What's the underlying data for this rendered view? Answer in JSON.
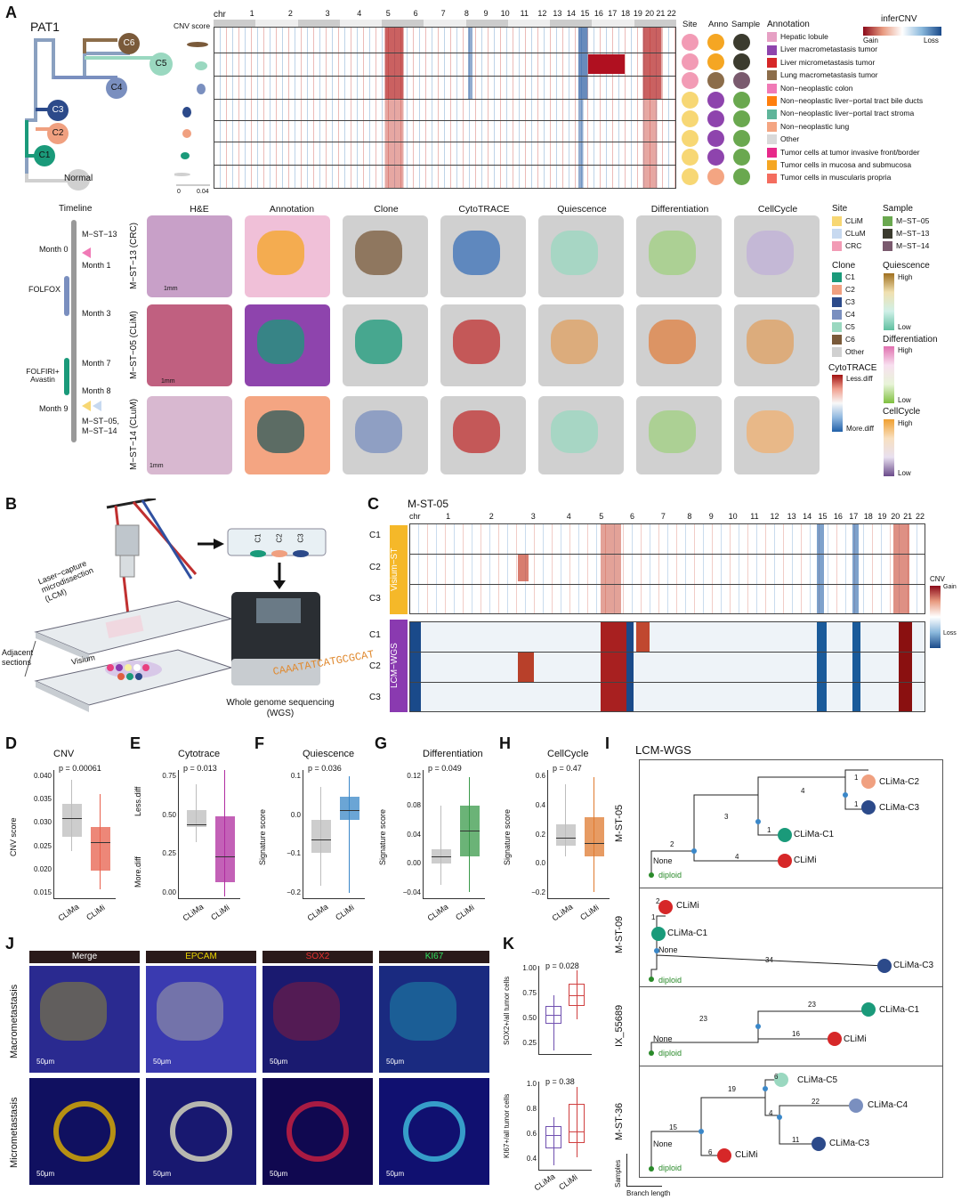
{
  "panels": {
    "A": "A",
    "B": "B",
    "C": "C",
    "D": "D",
    "E": "E",
    "F": "F",
    "G": "G",
    "H": "H",
    "I": "I",
    "J": "J",
    "K": "K"
  },
  "panelA": {
    "patient": "PAT1",
    "cnv_score_label": "CNV score",
    "cnv_axis": [
      "0",
      "0.04"
    ],
    "chr_label": "chr",
    "chromosomes": [
      "1",
      "2",
      "3",
      "4",
      "5",
      "6",
      "7",
      "8",
      "9",
      "10",
      "11",
      "12",
      "13",
      "14",
      "15",
      "16",
      "17",
      "18",
      "19",
      "20",
      "21",
      "22"
    ],
    "tree_nodes": [
      "C6",
      "C5",
      "C4",
      "C3",
      "C2",
      "C1",
      "Normal"
    ],
    "col_headers": [
      "Site",
      "Anno",
      "Sample"
    ],
    "annotation_title": "Annotation",
    "annotation_items": [
      {
        "label": "Hepatic lobule",
        "color": "#e6a0c4"
      },
      {
        "label": "Liver macrometastasis tumor",
        "color": "#8e44ad"
      },
      {
        "label": "Liver micrometastasis tumor",
        "color": "#d62728"
      },
      {
        "label": "Lung macrometastasis tumor",
        "color": "#8c6d4a"
      },
      {
        "label": "Non−neoplastic colon",
        "color": "#f07ab6"
      },
      {
        "label": "Non−neoplastic liver−portal tract bile ducts",
        "color": "#ff7f0e"
      },
      {
        "label": "Non−neoplastic liver−portal tract stroma",
        "color": "#5fb59a"
      },
      {
        "label": "Non−neoplastic lung",
        "color": "#f4a582"
      },
      {
        "label": "Other",
        "color": "#d9d9d9"
      },
      {
        "label": "Tumor cells at tumor invasive front/border",
        "color": "#e7298a"
      },
      {
        "label": "Tumor cells in mucosa and submucosa",
        "color": "#f5a623"
      },
      {
        "label": "Tumor cells in muscularis propria",
        "color": "#f46d5f"
      }
    ],
    "infercnv_title": "inferCNV",
    "infercnv_gain": "Gain",
    "infercnv_loss": "Loss",
    "timeline_title": "Timeline",
    "timeline_items": [
      "M−ST−13",
      "Month 0",
      "Month 1",
      "FOLFOX",
      "Month 3",
      "Month 7",
      "FOLFIRI+ Avastin",
      "Month 8",
      "Month 9",
      "M−ST−05, M−ST−14"
    ],
    "column_titles": [
      "H&E",
      "Annotation",
      "Clone",
      "CytoTRACE",
      "Quiescence",
      "Differentiation",
      "CellCycle"
    ],
    "row_titles": [
      "M−ST−13 (CRC)",
      "M−ST−05 (CLiM)",
      "M−ST−14 (CLuM)"
    ],
    "scale": "1mm",
    "site_title": "Site",
    "site_items": [
      {
        "label": "CLiM",
        "color": "#f7d774"
      },
      {
        "label": "CLuM",
        "color": "#c7d9f0"
      },
      {
        "label": "CRC",
        "color": "#f29bb5"
      }
    ],
    "sample_title": "Sample",
    "sample_items": [
      {
        "label": "M−ST−05",
        "color": "#6aa84f"
      },
      {
        "label": "M−ST−13",
        "color": "#3b3b2e"
      },
      {
        "label": "M−ST−14",
        "color": "#7a5a6e"
      }
    ],
    "clone_title": "Clone",
    "clone_items": [
      {
        "label": "C1",
        "color": "#1a9a7a"
      },
      {
        "label": "C2",
        "color": "#f0a080"
      },
      {
        "label": "C3",
        "color": "#2c4a8a"
      },
      {
        "label": "C4",
        "color": "#7a8fbf"
      },
      {
        "label": "C5",
        "color": "#9ad8c0"
      },
      {
        "label": "C6",
        "color": "#7a5a3a"
      },
      {
        "label": "Other",
        "color": "#d0d0d0"
      }
    ],
    "quiescence_title": "Quiescence",
    "differentiation_title": "Differentiation",
    "cytotrace_title": "CytoTRACE",
    "cytotrace_top": "Less.diff",
    "cytotrace_bottom": "More.diff",
    "cellcycle_title": "CellCycle",
    "high": "High",
    "low": "Low"
  },
  "panelB": {
    "lcm": "Laser−capture microdissection (LCM)",
    "adjacent": "Adjacent sections",
    "visium": "Visium",
    "tubes": [
      "C1",
      "C2",
      "C3"
    ],
    "wgs": "Whole genome sequencing (WGS)",
    "dna": "CAAATATCATGCGCAT"
  },
  "panelC": {
    "sample": "M-ST-05",
    "chr_label": "chr",
    "chromosomes": [
      "1",
      "2",
      "3",
      "4",
      "5",
      "6",
      "7",
      "8",
      "9",
      "10",
      "11",
      "12",
      "13",
      "14",
      "15",
      "16",
      "17",
      "18",
      "19",
      "20",
      "21",
      "22"
    ],
    "rows_visium": [
      "C1",
      "C2",
      "C3"
    ],
    "rows_wgs": [
      "C1",
      "C2",
      "C3"
    ],
    "visium_label": "Visium−ST",
    "wgs_label": "LCM−WGS",
    "legend_title": "CNV",
    "gain": "Gain",
    "loss": "Loss"
  },
  "boxplots": [
    {
      "id": "D",
      "title": "CNV",
      "p": "p = 0.00061",
      "ylabel": "CNV score",
      "ticks": [
        "0.040",
        "0.035",
        "0.030",
        "0.025",
        "0.020",
        "0.015"
      ],
      "groups": [
        "CLiMa",
        "CLiMi"
      ],
      "colors": [
        "#bdbdbd",
        "#e8604c"
      ]
    },
    {
      "id": "E",
      "title": "Cytotrace",
      "p": "p = 0.013",
      "ylabel": "",
      "ticks": [
        "0.75",
        "0.50",
        "0.25",
        "0.00"
      ],
      "groups": [
        "CLiMa",
        "CLiMi"
      ],
      "colors": [
        "#bdbdbd",
        "#b02da0"
      ],
      "top": "Less.diff",
      "bottom": "More.diff"
    },
    {
      "id": "F",
      "title": "Quiescence",
      "p": "p = 0.036",
      "ylabel": "Signature score",
      "ticks": [
        "0.1",
        "0.0",
        "−0.1",
        "−0.2"
      ],
      "groups": [
        "CLiMa",
        "CLiMi"
      ],
      "colors": [
        "#bdbdbd",
        "#3a87c8"
      ]
    },
    {
      "id": "G",
      "title": "Differentiation",
      "p": "p = 0.049",
      "ylabel": "Signature score",
      "ticks": [
        "0.12",
        "0.08",
        "0.04",
        "0.00",
        "−0.04"
      ],
      "groups": [
        "CLiMa",
        "CLiMi"
      ],
      "colors": [
        "#bdbdbd",
        "#3a9a4a"
      ]
    },
    {
      "id": "H",
      "title": "CellCycle",
      "p": "p = 0.47",
      "ylabel": "Signature score",
      "ticks": [
        "0.6",
        "0.4",
        "0.2",
        "0.0",
        "−0.2"
      ],
      "groups": [
        "CLiMa",
        "CLiMi"
      ],
      "colors": [
        "#bdbdbd",
        "#e07a30"
      ]
    }
  ],
  "panelI": {
    "title": "LCM-WGS",
    "samples": [
      "M-ST-05",
      "M-ST-09",
      "IX_55689",
      "M-ST-36"
    ],
    "trees": [
      {
        "labels": [
          "CLiMa-C2",
          "CLiMa-C3",
          "CLiMa-C1",
          "CLiMi",
          "None",
          "diploid"
        ],
        "branches": [
          "1",
          "1",
          "4",
          "3",
          "1",
          "2",
          "4"
        ]
      },
      {
        "labels": [
          "CLiMi",
          "CLiMa-C1",
          "None",
          "CLiMa-C3",
          "diploid"
        ],
        "branches": [
          "2",
          "1",
          "34"
        ]
      },
      {
        "labels": [
          "CLiMa-C1",
          "CLiMi",
          "None",
          "diploid"
        ],
        "branches": [
          "23",
          "23",
          "16"
        ]
      },
      {
        "labels": [
          "CLiMa-C5",
          "CLiMa-C4",
          "CLiMa-C3",
          "CLiMi",
          "None",
          "diploid"
        ],
        "branches": [
          "6",
          "22",
          "4",
          "11",
          "19",
          "15",
          "6"
        ]
      }
    ],
    "axis_y": "Samples",
    "axis_x": "Branch length"
  },
  "panelJ": {
    "channels": [
      "Merge",
      "EPCAM",
      "SOX2",
      "KI67"
    ],
    "channel_colors": [
      "#ffffff",
      "#e8d200",
      "#e83030",
      "#30e060"
    ],
    "rows": [
      "Macrometastasis",
      "Micrometastasis"
    ],
    "scale": "50μm"
  },
  "panelK": {
    "plots": [
      {
        "p": "p = 0.028",
        "ylabel": "SOX2+/all tumor cells",
        "ticks": [
          "1.00",
          "0.75",
          "0.50",
          "0.25"
        ]
      },
      {
        "p": "p = 0.38",
        "ylabel": "KI67+/all tumor cells",
        "ticks": [
          "1.0",
          "0.8",
          "0.6",
          "0.4"
        ]
      }
    ],
    "groups": [
      "CLiMa",
      "CLiMi"
    ]
  }
}
